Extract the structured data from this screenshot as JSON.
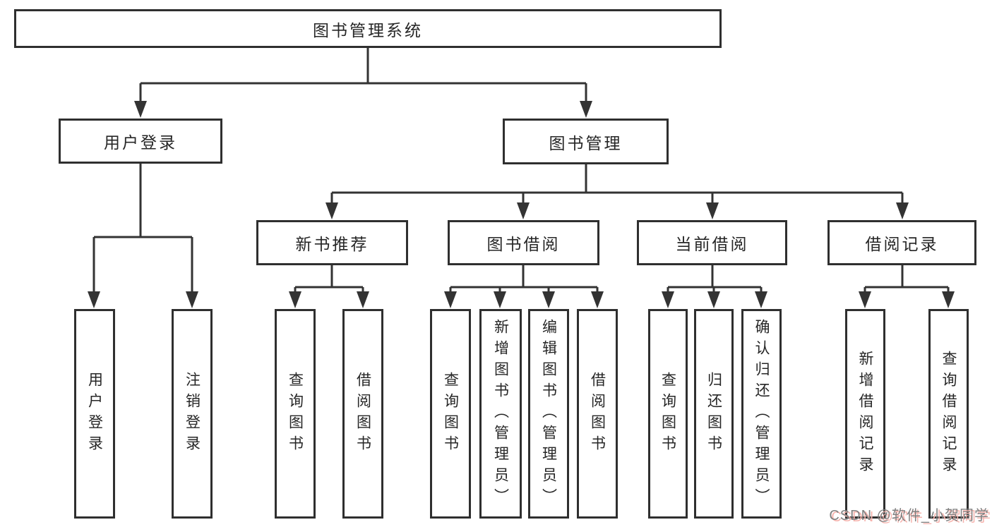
{
  "diagram": {
    "tree": {
      "root": {
        "label": "图书管理系统",
        "children": [
          {
            "label": "用户登录",
            "children": [
              {
                "label": "用户登录"
              },
              {
                "label": "注销登录"
              }
            ]
          },
          {
            "label": "图书管理",
            "children": [
              {
                "label": "新书推荐",
                "children": [
                  {
                    "label": "查询图书"
                  },
                  {
                    "label": "借阅图书"
                  }
                ]
              },
              {
                "label": "图书借阅",
                "children": [
                  {
                    "label": "查询图书"
                  },
                  {
                    "label": "新增图书（管理员）"
                  },
                  {
                    "label": "编辑图书（管理员）"
                  },
                  {
                    "label": "借阅图书"
                  }
                ]
              },
              {
                "label": "当前借阅",
                "children": [
                  {
                    "label": "查询图书"
                  },
                  {
                    "label": "归还图书"
                  },
                  {
                    "label": "确认归还（管理员）"
                  }
                ]
              },
              {
                "label": "借阅记录",
                "children": [
                  {
                    "label": "新增借阅记录"
                  },
                  {
                    "label": "查询借阅记录"
                  }
                ]
              }
            ]
          }
        ]
      }
    },
    "colors": {
      "line": "#333333",
      "box_border": "#2f2f2f",
      "text": "#262626",
      "background": "#ffffff"
    }
  },
  "watermark": {
    "text": "CSDN @软件_小贺同学",
    "text_color": "#7f7f7f",
    "shadow_color": "#f6b3ad"
  }
}
